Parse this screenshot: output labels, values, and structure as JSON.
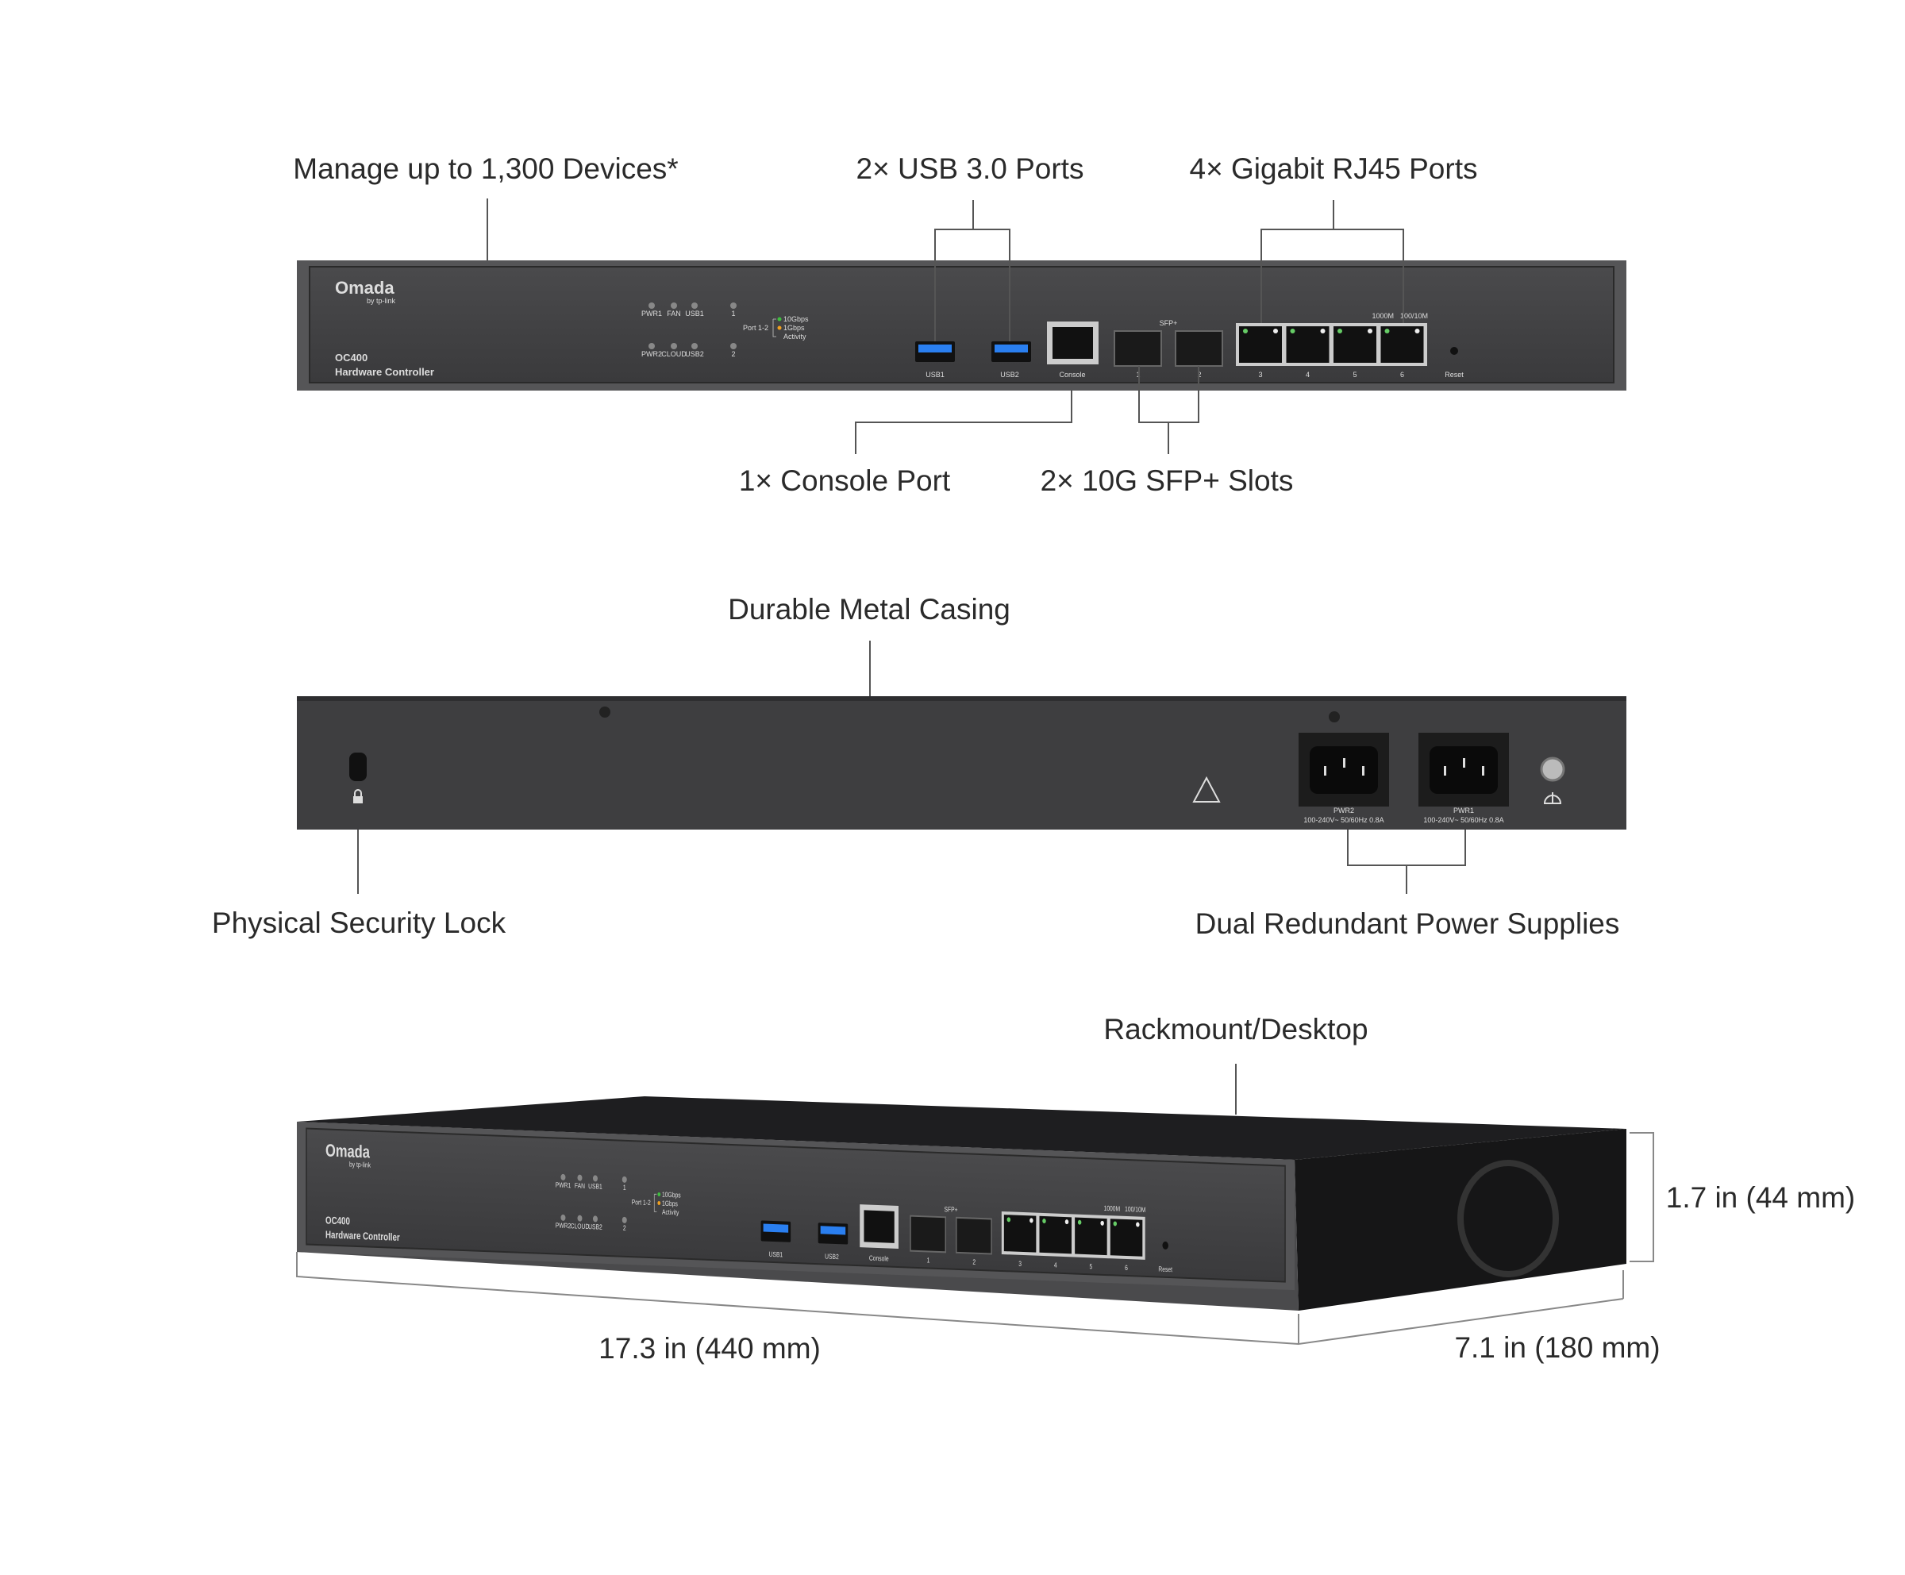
{
  "labels": {
    "manage": "Manage up to 1,300 Devices*",
    "usb": "2× USB 3.0 Ports",
    "rj45": "4× Gigabit RJ45 Ports",
    "console": "1× Console Port",
    "sfp": "2× 10G SFP+ Slots",
    "casing": "Durable Metal Casing",
    "lock": "Physical Security Lock",
    "power": "Dual Redundant Power Supplies",
    "rackmount": "Rackmount/Desktop",
    "dim_height": "1.7 in (44 mm)",
    "dim_width": "17.3 in (440 mm)",
    "dim_depth": "7.1 in (180 mm)"
  },
  "front_panel": {
    "brand": "Omada",
    "brand_sub": "by tp-link",
    "model": "OC400",
    "name": "Hardware Controller",
    "leds_row1": [
      "PWR1",
      "FAN",
      "USB1",
      "1"
    ],
    "leds_row2": [
      "PWR2",
      "CLOUD",
      "USB2",
      "2"
    ],
    "legend_port": "Port 1-2",
    "legend": [
      "10Gbps",
      "1Gbps",
      "Activity"
    ],
    "legend_colors": [
      "#3fbf3f",
      "#f0a020",
      "#aaaaaa"
    ],
    "usb1": "USB1",
    "usb2": "USB2",
    "console": "Console",
    "sfp_title": "SFP+",
    "sfp1": "1",
    "sfp2": "2",
    "rj45_speed_a": "1000M",
    "rj45_speed_b": "100/10M",
    "rj45_ports": [
      "3",
      "4",
      "5",
      "6"
    ],
    "reset": "Reset"
  },
  "rear_panel": {
    "pwr2": "PWR2",
    "pwr1": "PWR1",
    "rating": "100-240V~ 50/60Hz 0.8A"
  }
}
